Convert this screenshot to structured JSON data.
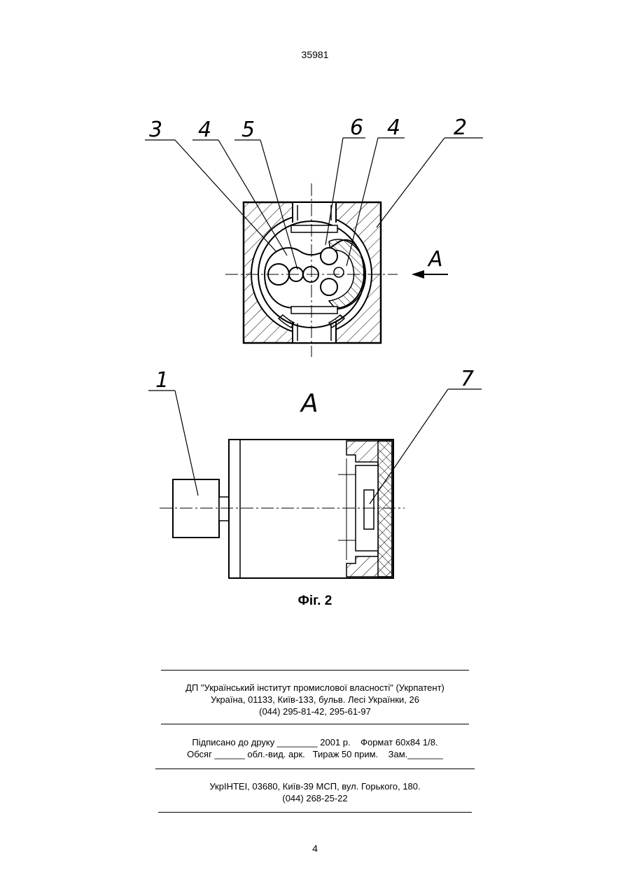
{
  "header": {
    "patent_number": "35981"
  },
  "figure": {
    "caption": "Фіг. 2",
    "view_letter": "A",
    "top_view_labels": [
      "3",
      "4",
      "5",
      "6",
      "4",
      "2"
    ],
    "bottom_view_labels": [
      "1",
      "7"
    ]
  },
  "imprint": {
    "publisher_line1": "ДП \"Український інститут промислової власності\" (Укрпатент)",
    "publisher_line2": "Україна, 01133, Київ-133, бульв. Лесі Українки, 26",
    "publisher_line3": "(044) 295-81-42, 295-61-97",
    "print_line1": "Підписано до друку ________ 2001 р.    Формат 60x84 1/8.",
    "print_line2": "Обсяг ______ обл.-вид. арк.   Тираж 50 прим.    Зам._______",
    "printer_line1": "УкрІНТЕІ, 03680, Київ-39 МСП, вул. Горького, 180.",
    "printer_line2": "(044) 268-25-22"
  },
  "footer": {
    "page_number": "4"
  }
}
